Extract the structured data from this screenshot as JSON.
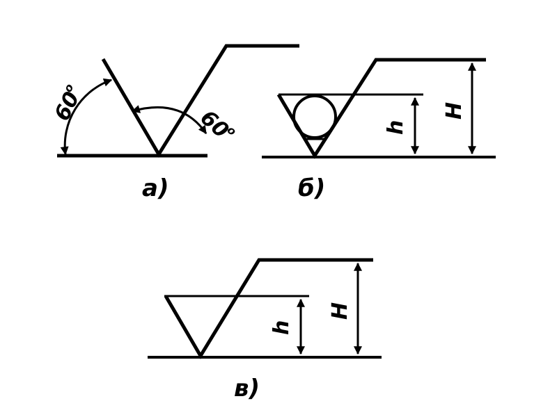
{
  "figure": {
    "captions": {
      "a": "а)",
      "b": "б)",
      "c": "в)"
    },
    "angle_value": "60",
    "degree_mark": "о",
    "dim_small": "h",
    "dim_large": "H"
  },
  "colors": {
    "ink": "#000000",
    "background": "#ffffff"
  }
}
